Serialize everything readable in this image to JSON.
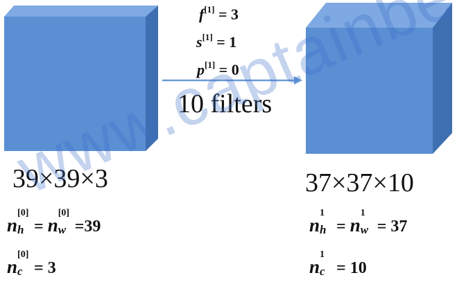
{
  "colors": {
    "cube_front": "#5b8fd4",
    "cube_top": "#7ea9e2",
    "cube_side": "#3e6fb0",
    "arrow": "#6a9bd8",
    "watermark": "#3a6ec8"
  },
  "hyperparams": {
    "f": {
      "symbol": "f",
      "sup": "[1]",
      "value": "= 3"
    },
    "s": {
      "symbol": "s",
      "sup": "[1]",
      "value": "= 1"
    },
    "p": {
      "symbol": "p",
      "sup": "[1]",
      "value": "= 0"
    }
  },
  "filters_label": "10 filters",
  "input": {
    "dims": "39×39×3",
    "nh_sup": "[0]",
    "nw_sup": "[0]",
    "hw_value": "=39",
    "nc_sup": "[0]",
    "nc_value": "= 3"
  },
  "output": {
    "dims": "37×37×10",
    "nh_sup": "1",
    "nw_sup": "1",
    "hw_value": "= 37",
    "nc_sup": "1",
    "nc_value": "= 10"
  },
  "watermark": "www.captainbe"
}
